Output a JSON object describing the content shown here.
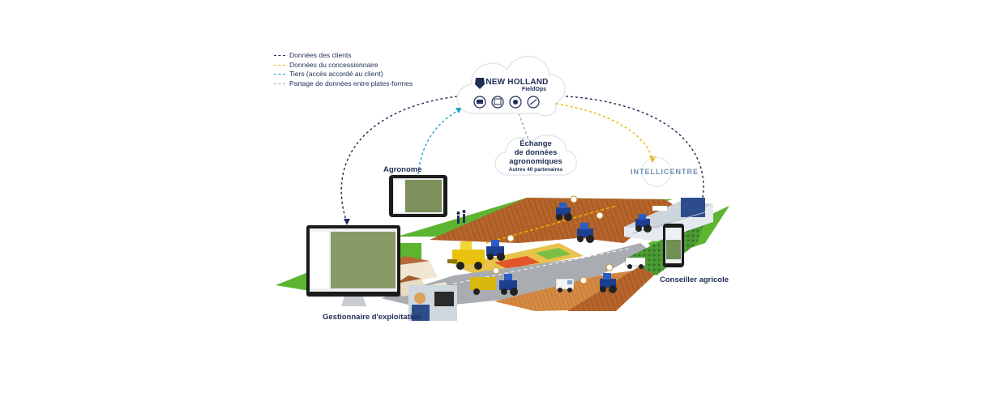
{
  "legend": {
    "items": [
      {
        "label": "Données des clients",
        "color": "#1f2d57"
      },
      {
        "label": "Données du concessionnaire",
        "color": "#f0b400"
      },
      {
        "label": "Tiers (accès accordé au client)",
        "color": "#1aa0c8"
      },
      {
        "label": "Partage de données entre plates-formes",
        "color": "#9aa4ae"
      }
    ]
  },
  "cloud": {
    "brand": "NEW HOLLAND",
    "product": "FieldOps"
  },
  "exchange": {
    "line1": "Échange",
    "line2": "de données",
    "line3": "agronomiques",
    "partners": "Autres 40 partenaires"
  },
  "labels": {
    "agronome": "Agronome",
    "intellicentre": "INTELLICENTRE",
    "conseiller": "Conseiller agricole",
    "gestionnaire": "Gestionnaire d'exploitation"
  },
  "colors": {
    "navy": "#1f2d57",
    "grass": "#5cb531",
    "soil": "#b5652b",
    "field_light": "#d58a43"
  }
}
